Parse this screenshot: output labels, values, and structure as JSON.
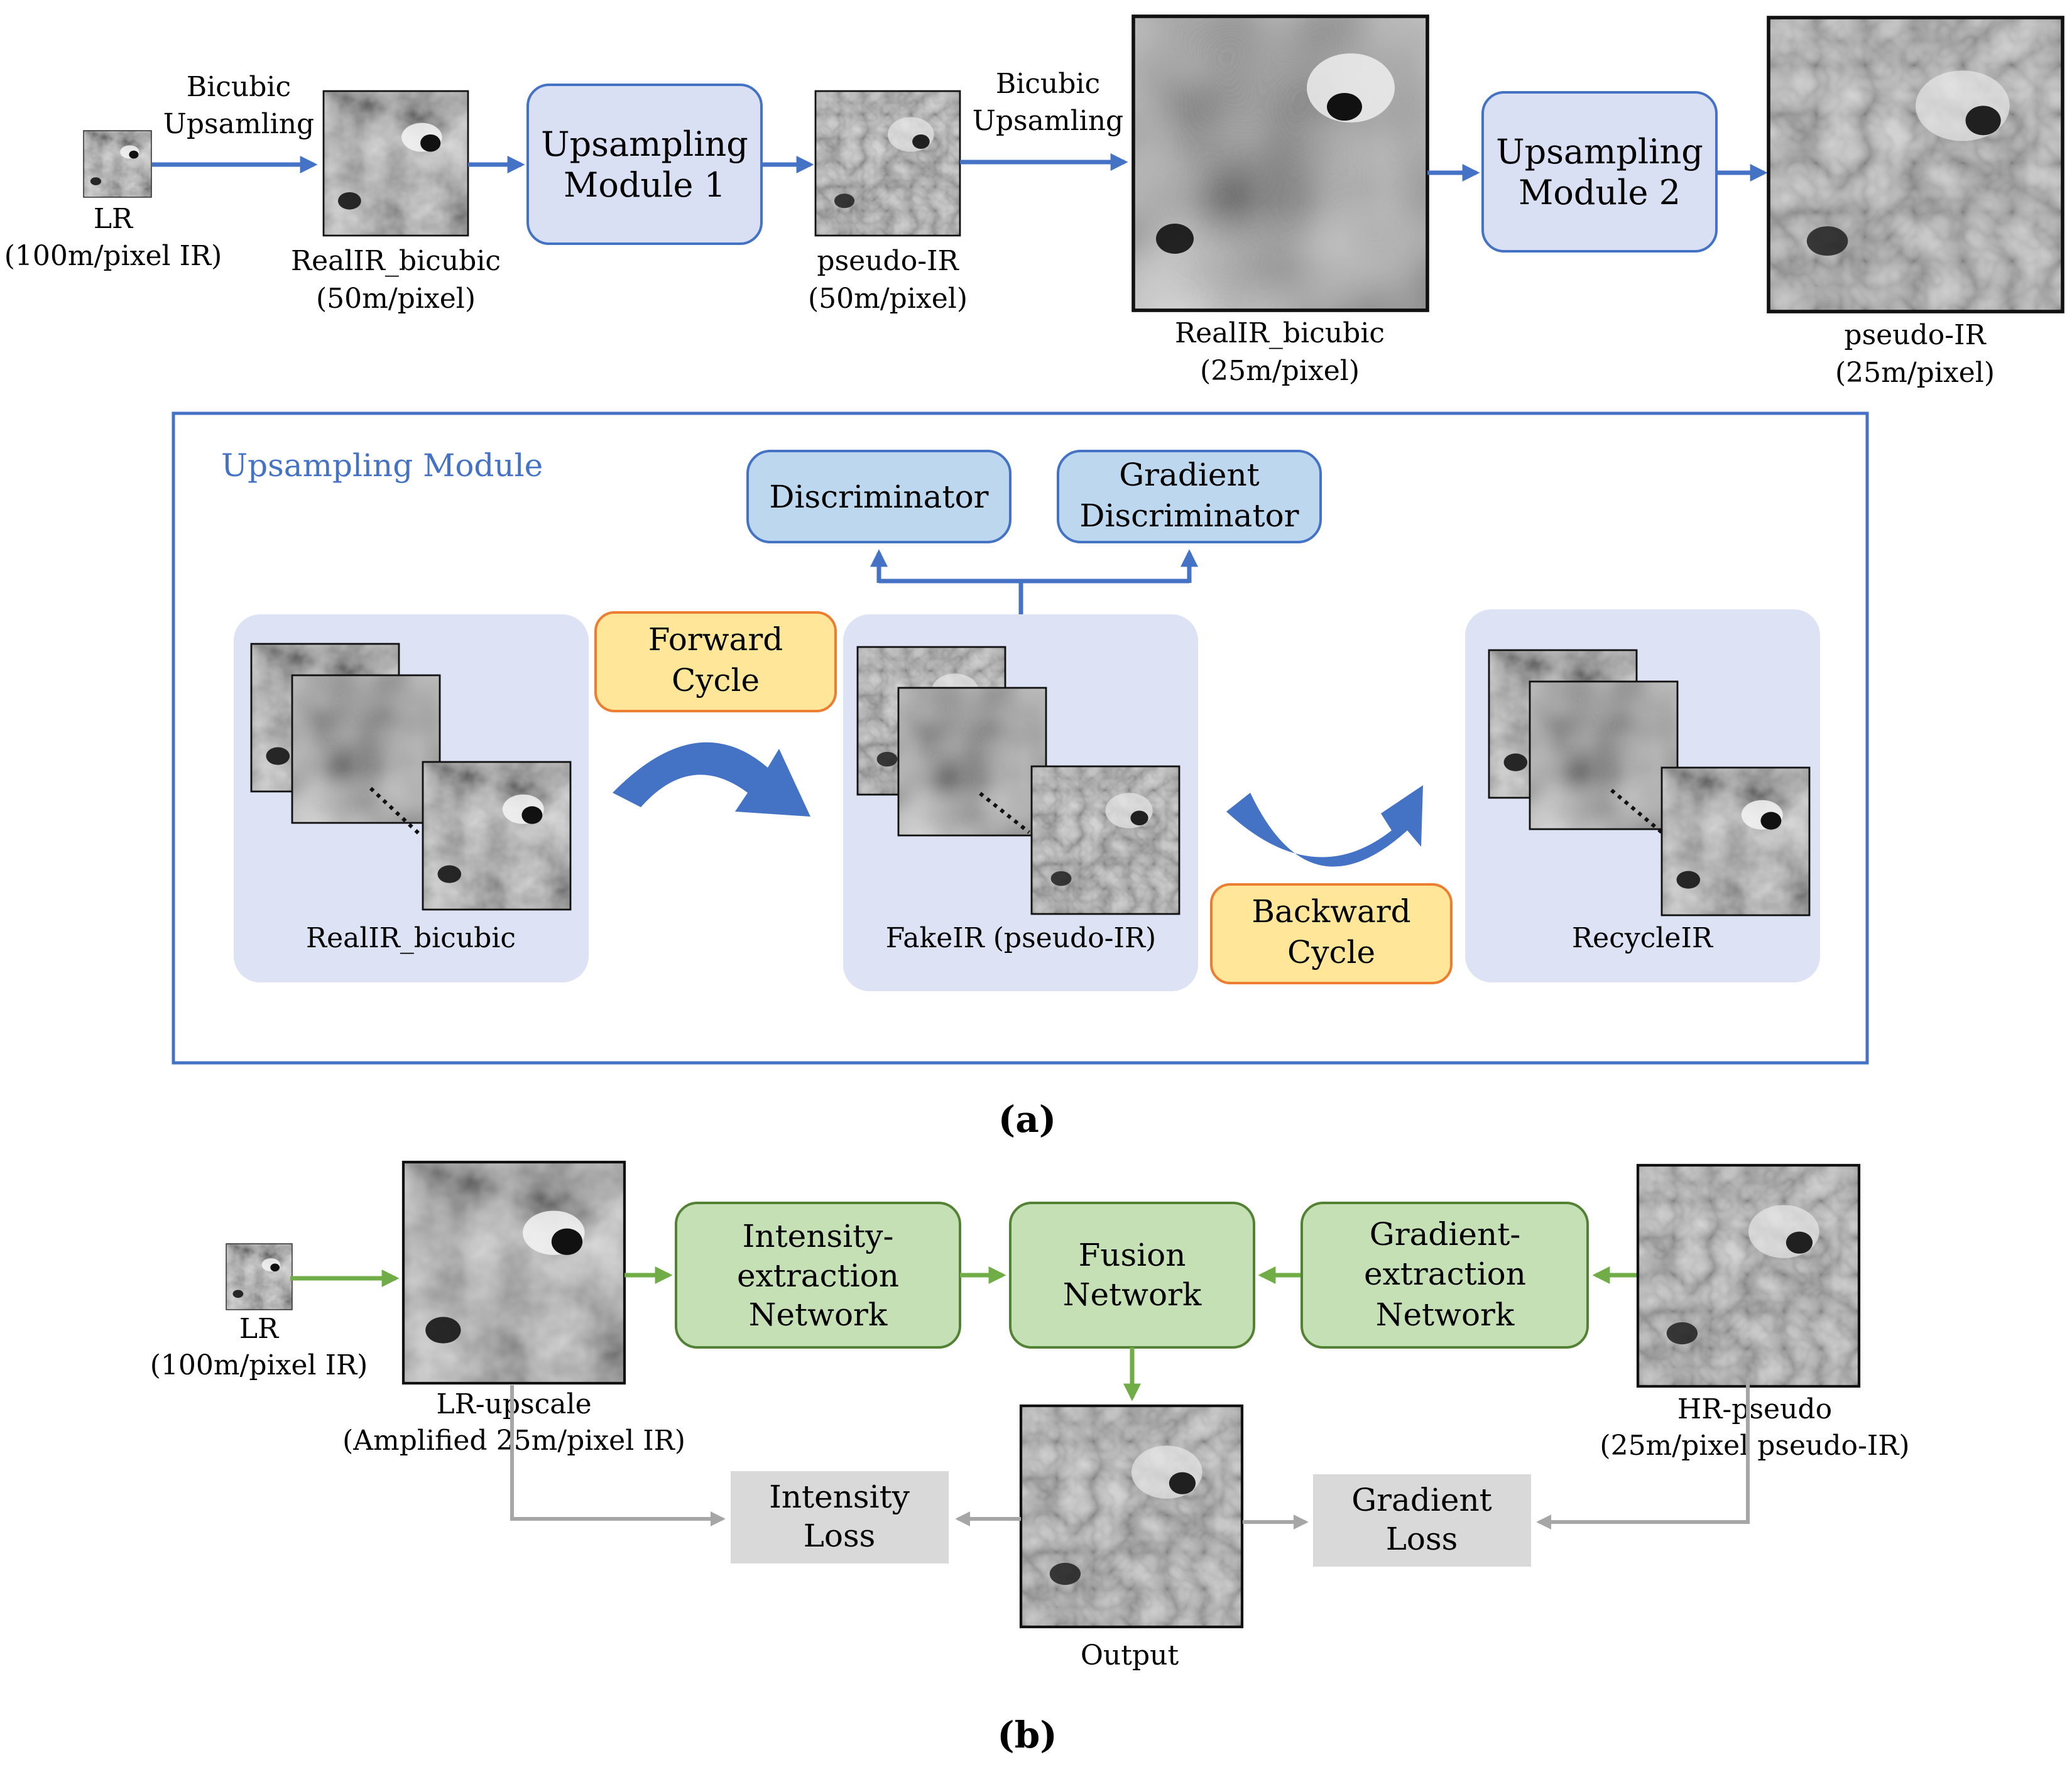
{
  "panel_a": {
    "top_row": {
      "lr_label_1": "LR",
      "lr_label_2": "(100m/pixel IR)",
      "bicubic_1_line1": "Bicubic",
      "bicubic_1_line2": "Upsamling",
      "realir50_line1": "RealIR_bicubic",
      "realir50_line2": "(50m/pixel)",
      "module1_line1": "Upsampling",
      "module1_line2": "Module 1",
      "pseudo50_line1": "pseudo-IR",
      "pseudo50_line2": "(50m/pixel)",
      "bicubic_2_line1": "Bicubic",
      "bicubic_2_line2": "Upsamling",
      "realir25_line1": "RealIR_bicubic",
      "realir25_line2": "(25m/pixel)",
      "module2_line1": "Upsampling",
      "module2_line2": "Module 2",
      "pseudo25_line1": "pseudo-IR",
      "pseudo25_line2": "(25m/pixel)"
    },
    "module": {
      "title": "Upsampling Module",
      "discriminator": "Discriminator",
      "grad_disc_line1": "Gradient",
      "grad_disc_line2": "Discriminator",
      "forward_line1": "Forward",
      "forward_line2": "Cycle",
      "backward_line1": "Backward",
      "backward_line2": "Cycle",
      "realir_label": "RealIR_bicubic",
      "fakeir_label": "FakeIR (pseudo-IR)",
      "recycle_label": "RecycleIR"
    },
    "caption": "(a)"
  },
  "panel_b": {
    "lr_label_1": "LR",
    "lr_label_2": "(100m/pixel IR)",
    "lr_up_line1": "LR-upscale",
    "lr_up_line2": "(Amplified 25m/pixel IR)",
    "intensity_net_line1": "Intensity-",
    "intensity_net_line2": "extraction",
    "intensity_net_line3": "Network",
    "fusion_line1": "Fusion",
    "fusion_line2": "Network",
    "gradient_net_line1": "Gradient-",
    "gradient_net_line2": "extraction",
    "gradient_net_line3": "Network",
    "hr_line1": "HR-pseudo",
    "hr_line2": "(25m/pixel pseudo-IR)",
    "intensity_loss_line1": "Intensity",
    "intensity_loss_line2": "Loss",
    "gradient_loss_line1": "Gradient",
    "gradient_loss_line2": "Loss",
    "output_label": "Output",
    "caption": "(b)"
  },
  "colors": {
    "blue_box": "#d9e0f4",
    "blue_border": "#4472c4",
    "disc_box": "#bdd7ee",
    "panel_bg": "#dde3f5",
    "yellow_box": "#ffe699",
    "orange_border": "#ed7d31",
    "green_box": "#c5e0b4",
    "green_border": "#548235",
    "green_arrow": "#70ad47",
    "gray_box": "#d9d9d9",
    "gray_arrow": "#a6a6a6",
    "module_title": "#4472c4"
  }
}
